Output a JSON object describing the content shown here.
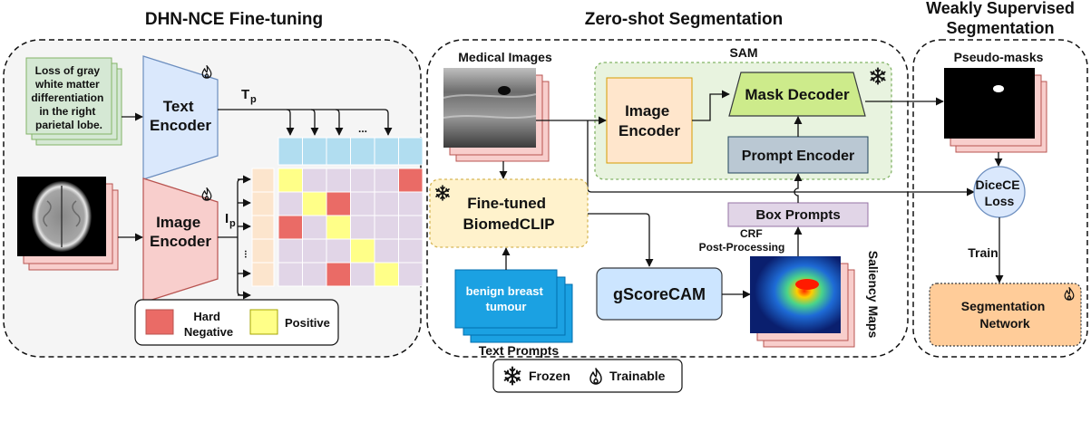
{
  "panels": {
    "dhn": {
      "title": "DHN-NCE Fine-tuning"
    },
    "zs": {
      "title": "Zero-shot Segmentation"
    },
    "ws": {
      "title_line1": "Weakly Supervised",
      "title_line2": "Segmentation"
    }
  },
  "dhn": {
    "text_card": [
      "Loss of gray",
      "white matter",
      "differentiation",
      "in the right",
      "parietal lobe."
    ],
    "text_encoder": [
      "Text",
      "Encoder"
    ],
    "image_encoder": [
      "Image",
      "Encoder"
    ],
    "tp_main": "T",
    "tp_sub": "p",
    "ip_main": "I",
    "ip_sub": "p",
    "ellipsis_h": "...",
    "ellipsis_v": "...",
    "legend": {
      "hard_line1": "Hard",
      "hard_line2": "Negative",
      "positive": "Positive"
    }
  },
  "zs": {
    "medical_images": "Medical Images",
    "sam": "SAM",
    "image_encoder": [
      "Image",
      "Encoder"
    ],
    "mask_decoder": "Mask Decoder",
    "prompt_encoder": "Prompt Encoder",
    "biomedclip": [
      "Fine-tuned",
      "BiomedCLIP"
    ],
    "box_prompts": "Box Prompts",
    "crf": [
      "CRF",
      "Post-Processing"
    ],
    "gscorecam": "gScoreCAM",
    "saliency_maps": "Saliency Maps",
    "text_prompt_card": [
      "benign breast",
      "tumour"
    ],
    "text_prompts": "Text Prompts"
  },
  "ws": {
    "pseudo_masks": "Pseudo-masks",
    "dice": [
      "DiceCE",
      "Loss"
    ],
    "train": "Train",
    "seg_net": [
      "Segmentation",
      "Network"
    ]
  },
  "bottom_legend": {
    "frozen": "Frozen",
    "trainable": "Trainable"
  },
  "colors": {
    "text_card": "#d5e8d4",
    "text_enc": "#dae8fc",
    "image_enc": "#f8cecc",
    "img_enc_sam": "#ffe6cc",
    "mask_dec": "#cdeb8b",
    "prompt_enc": "#bac8d3",
    "biomedclip": "#fff2cc",
    "gscorecam": "#cce5ff",
    "box_prompts": "#e1d5e7",
    "text_prompt": "#1ba1e2",
    "dice": "#dae8fc",
    "seg_net": "#ffcc99",
    "hard": "#ea6b66",
    "positive": "#ffff88",
    "matrix_cell": "#e1d5e7",
    "header_cell": "#b1ddf0",
    "row_cell": "#fce5cd"
  },
  "matrix": {
    "rows": 5,
    "cols": 6,
    "hard_negatives": [
      [
        0,
        5
      ],
      [
        1,
        2
      ],
      [
        2,
        0
      ],
      [
        4,
        2
      ]
    ],
    "positives": [
      [
        0,
        0
      ],
      [
        1,
        1
      ],
      [
        2,
        2
      ],
      [
        3,
        3
      ],
      [
        4,
        4
      ]
    ]
  },
  "icons": {
    "frozen": "snowflake-icon",
    "trainable": "flame-icon"
  }
}
